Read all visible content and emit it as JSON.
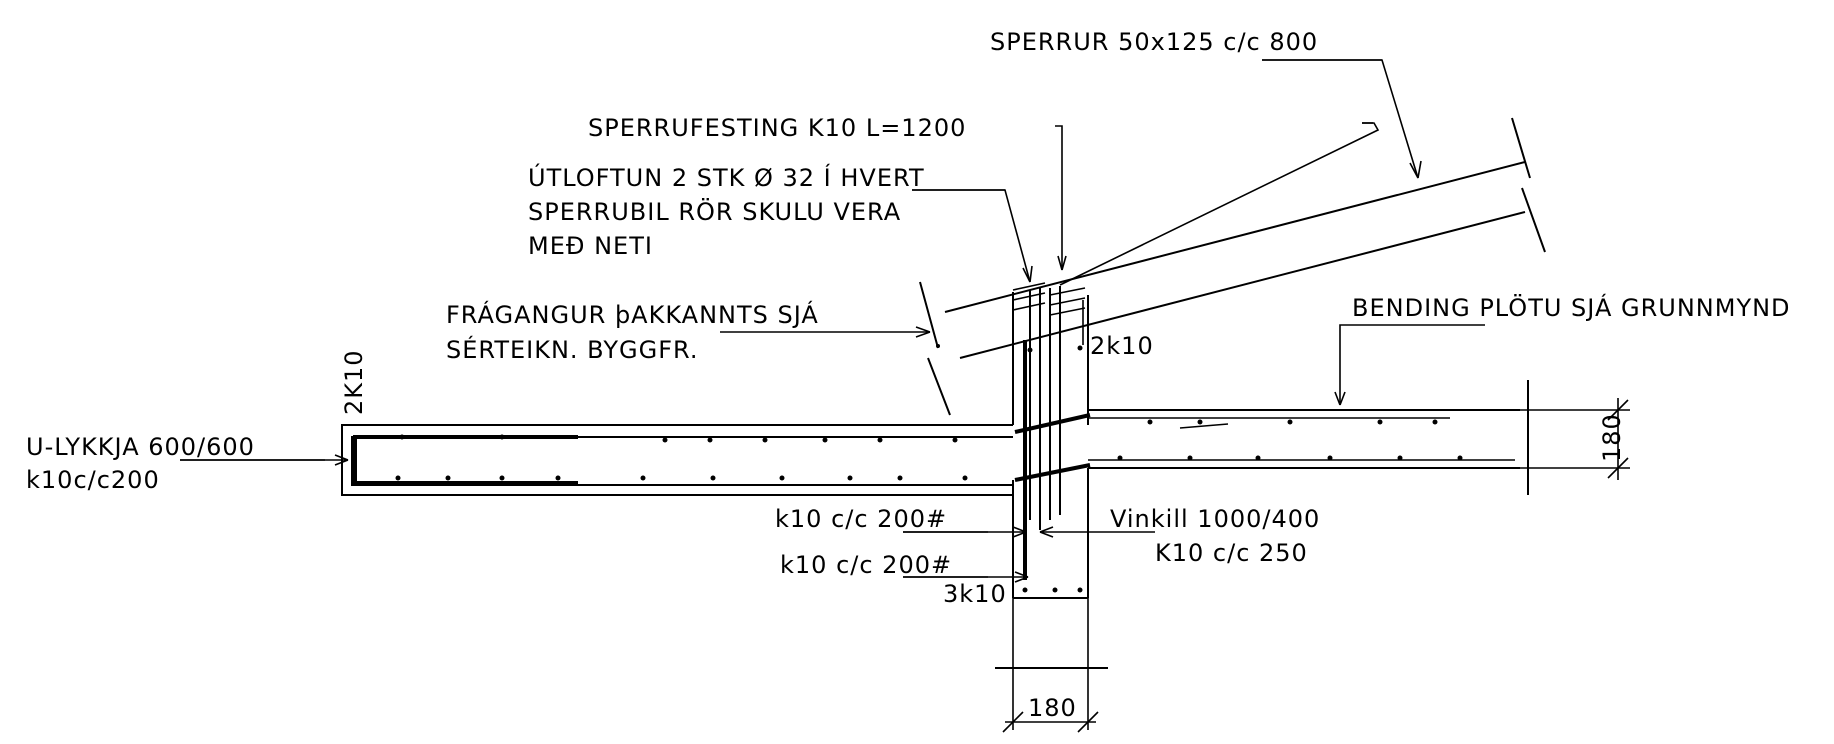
{
  "labels": {
    "sperrur": "SPERRUR 50x125 c/c 800",
    "sperrufesting": "SPERRUFESTING K10 L=1200",
    "utloftun_1": "ÚTLOFTUN 2 STK Ø 32 Í HVERT",
    "utloftun_2": "SPERRUBIL RÖR SKULU VERA",
    "utloftun_3": "MEÐ NETI",
    "fragangur_1": "FRÁGANGUR þAKKANNTS SJÁ",
    "fragangur_2": "SÉRTEIKN. BYGGFR.",
    "bending": "BENDING PLÖTU SJÁ GRUNNMYND",
    "rebar_2K10": "2K10",
    "rebar_2k10": "2k10",
    "u_lykkja_1": "U-LYKKJA 600/600",
    "u_lykkja_2": "k10c/c200",
    "k10_top": "k10 c/c 200#",
    "k10_bottom": "k10 c/c 200#",
    "rebar_3k10": "3k10",
    "vinkill_1": "Vinkill 1000/400",
    "vinkill_2": "K10 c/c 250",
    "dim_slab": "180",
    "dim_wall": "180"
  },
  "colors": {
    "ink": "#000000",
    "paper": "#ffffff"
  }
}
